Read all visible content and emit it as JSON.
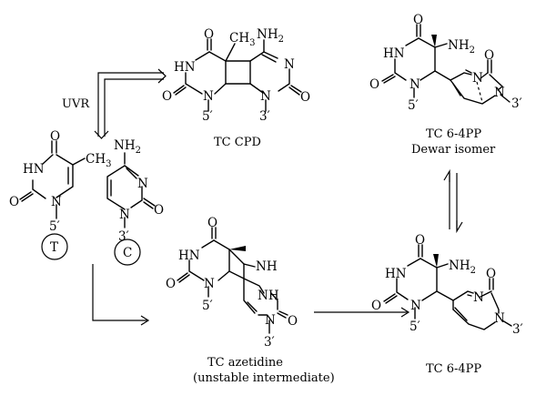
{
  "atoms": {
    "nh2": "NH",
    "sub2": "2",
    "o": "O",
    "hn": "HN",
    "n": "N",
    "nh": "NH",
    "ch3": "CH",
    "sub3": "3",
    "five": "5′",
    "three": "3′"
  },
  "labels": {
    "uvr": "UVR",
    "tc_cpd": "TC CPD",
    "tc_64pp_dewar_1": "TC 6-4PP",
    "tc_64pp_dewar_2": "Dewar isomer",
    "tc_azetidine_1": "TC azetidine",
    "tc_azetidine_2": "(unstable intermediate)",
    "tc_64pp": "TC 6-4PP",
    "circle_t": "T",
    "circle_c": "C"
  }
}
